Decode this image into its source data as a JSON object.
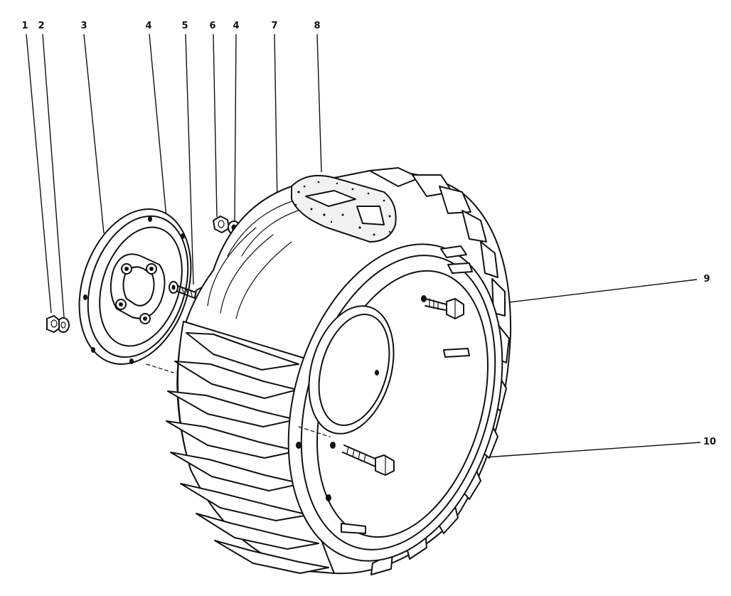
{
  "callouts": [
    {
      "id": "c1",
      "label": "1"
    },
    {
      "id": "c2",
      "label": "2"
    },
    {
      "id": "c3",
      "label": "3"
    },
    {
      "id": "c4a",
      "label": "4"
    },
    {
      "id": "c5",
      "label": "5"
    },
    {
      "id": "c6",
      "label": "6"
    },
    {
      "id": "c4b",
      "label": "4"
    },
    {
      "id": "c7",
      "label": "7"
    },
    {
      "id": "c8",
      "label": "8"
    },
    {
      "id": "c9",
      "label": "9"
    },
    {
      "id": "c10",
      "label": "10"
    }
  ],
  "colors": {
    "ink": "#111111",
    "paper": "#ffffff"
  }
}
